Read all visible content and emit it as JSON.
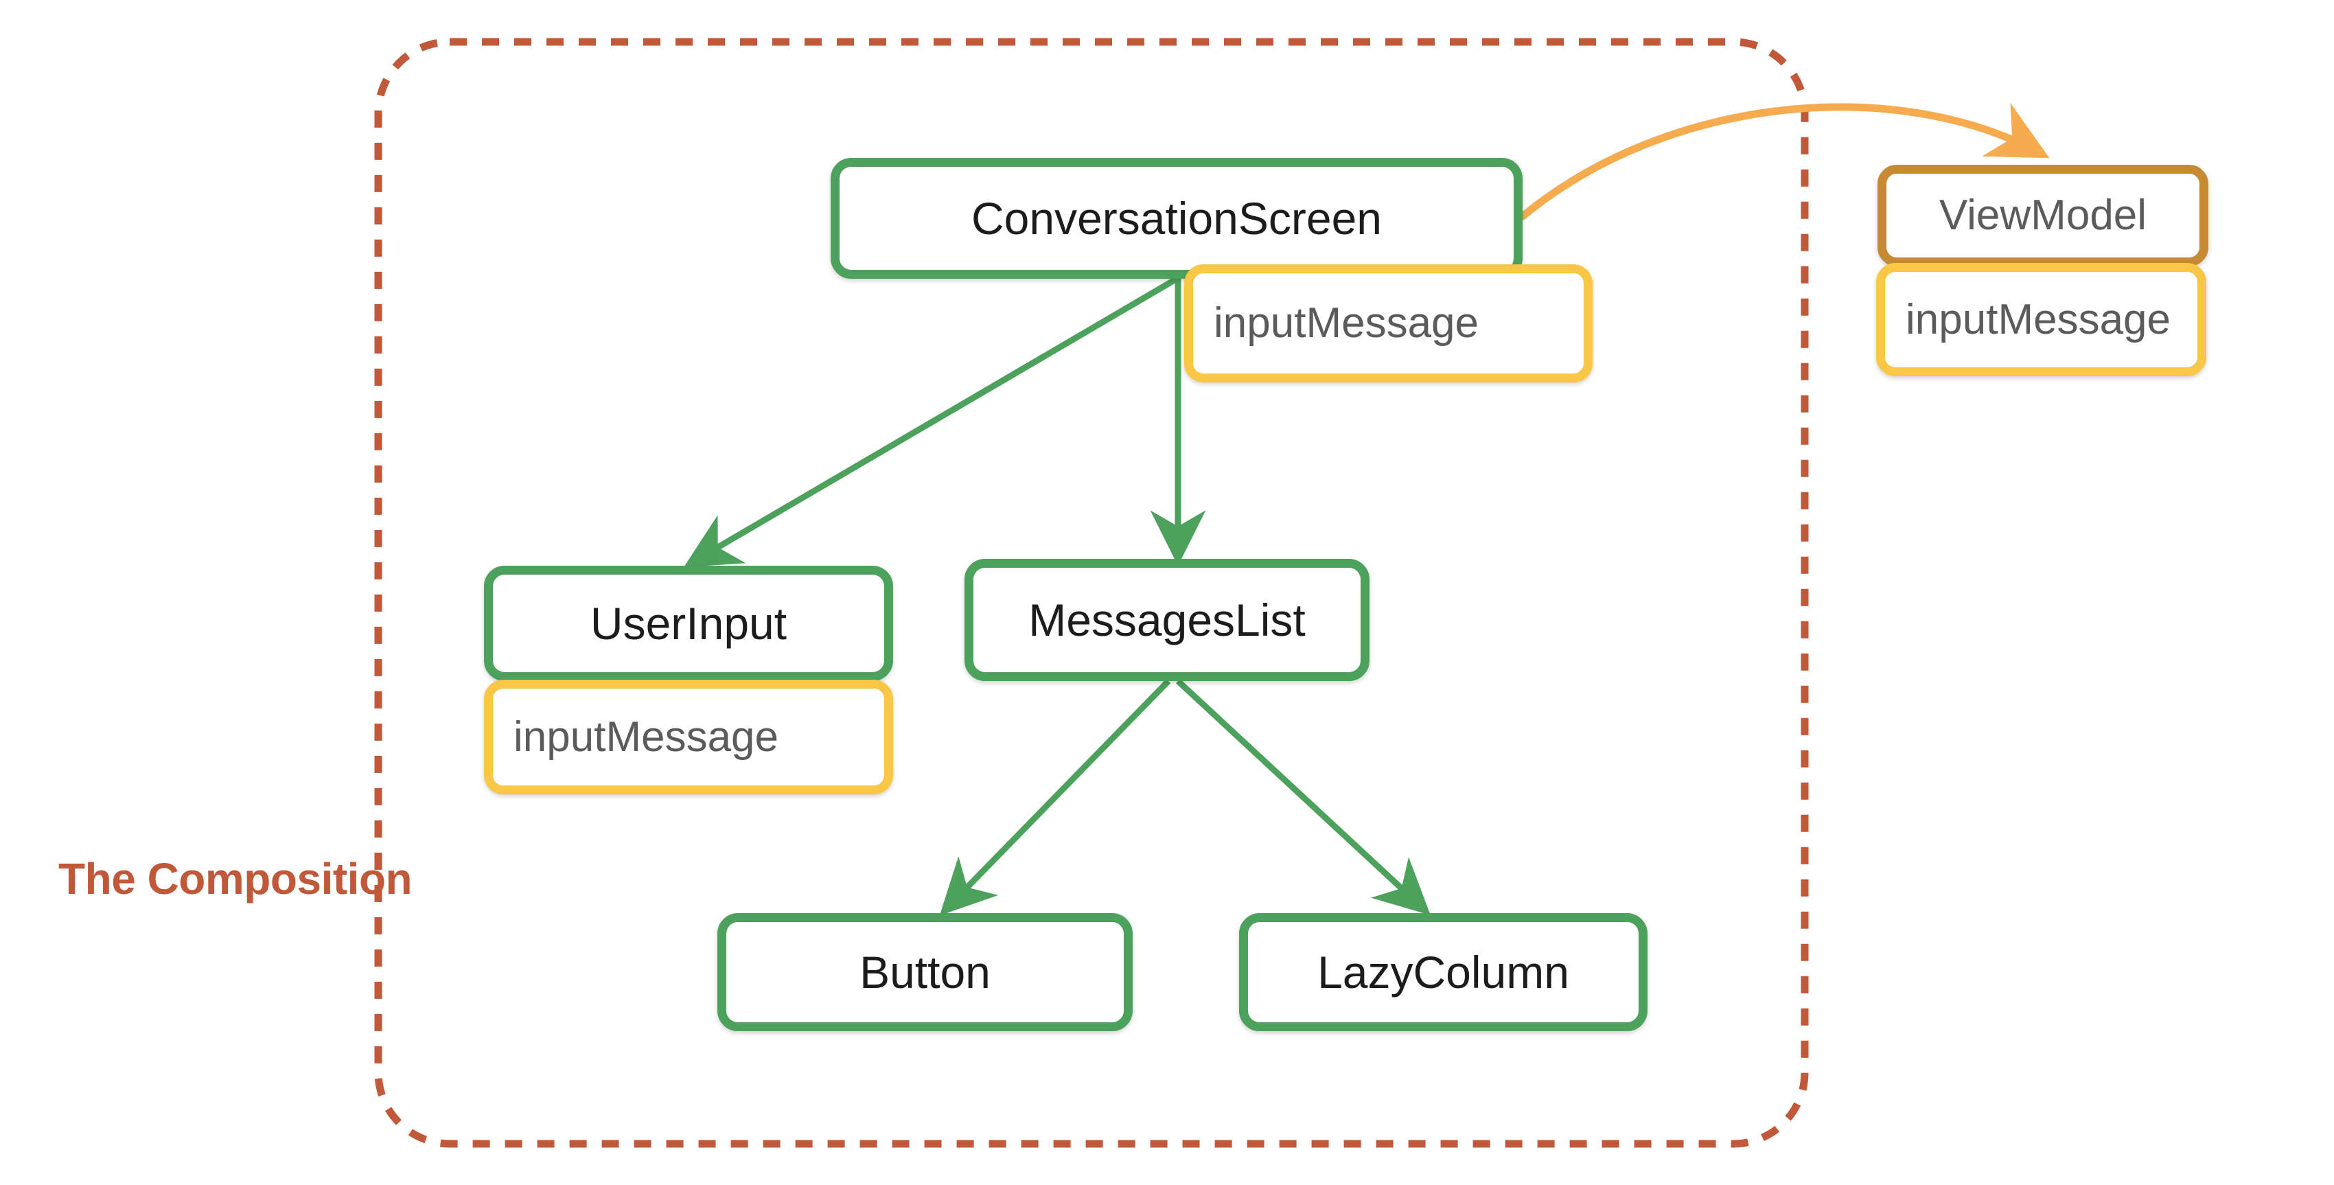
{
  "diagram": {
    "caption": "The Composition",
    "colors": {
      "composable_border": "#4CA25C",
      "state_border": "#F9C646",
      "viewmodel_border": "#C68A33",
      "boundary": "#C1583A",
      "event_arrow": "#F5AB4E",
      "node_text": "#1c1c1c",
      "state_text": "#5b5b5b",
      "background": "#ffffff"
    },
    "nodes": {
      "conversation_screen": {
        "label": "ConversationScreen"
      },
      "conversation_screen_state": {
        "label": "inputMessage"
      },
      "user_input": {
        "label": "UserInput"
      },
      "user_input_state": {
        "label": "inputMessage"
      },
      "messages_list": {
        "label": "MessagesList"
      },
      "button": {
        "label": "Button"
      },
      "lazy_column": {
        "label": "LazyColumn"
      },
      "view_model": {
        "label": "ViewModel"
      },
      "view_model_state": {
        "label": "inputMessage"
      }
    }
  }
}
